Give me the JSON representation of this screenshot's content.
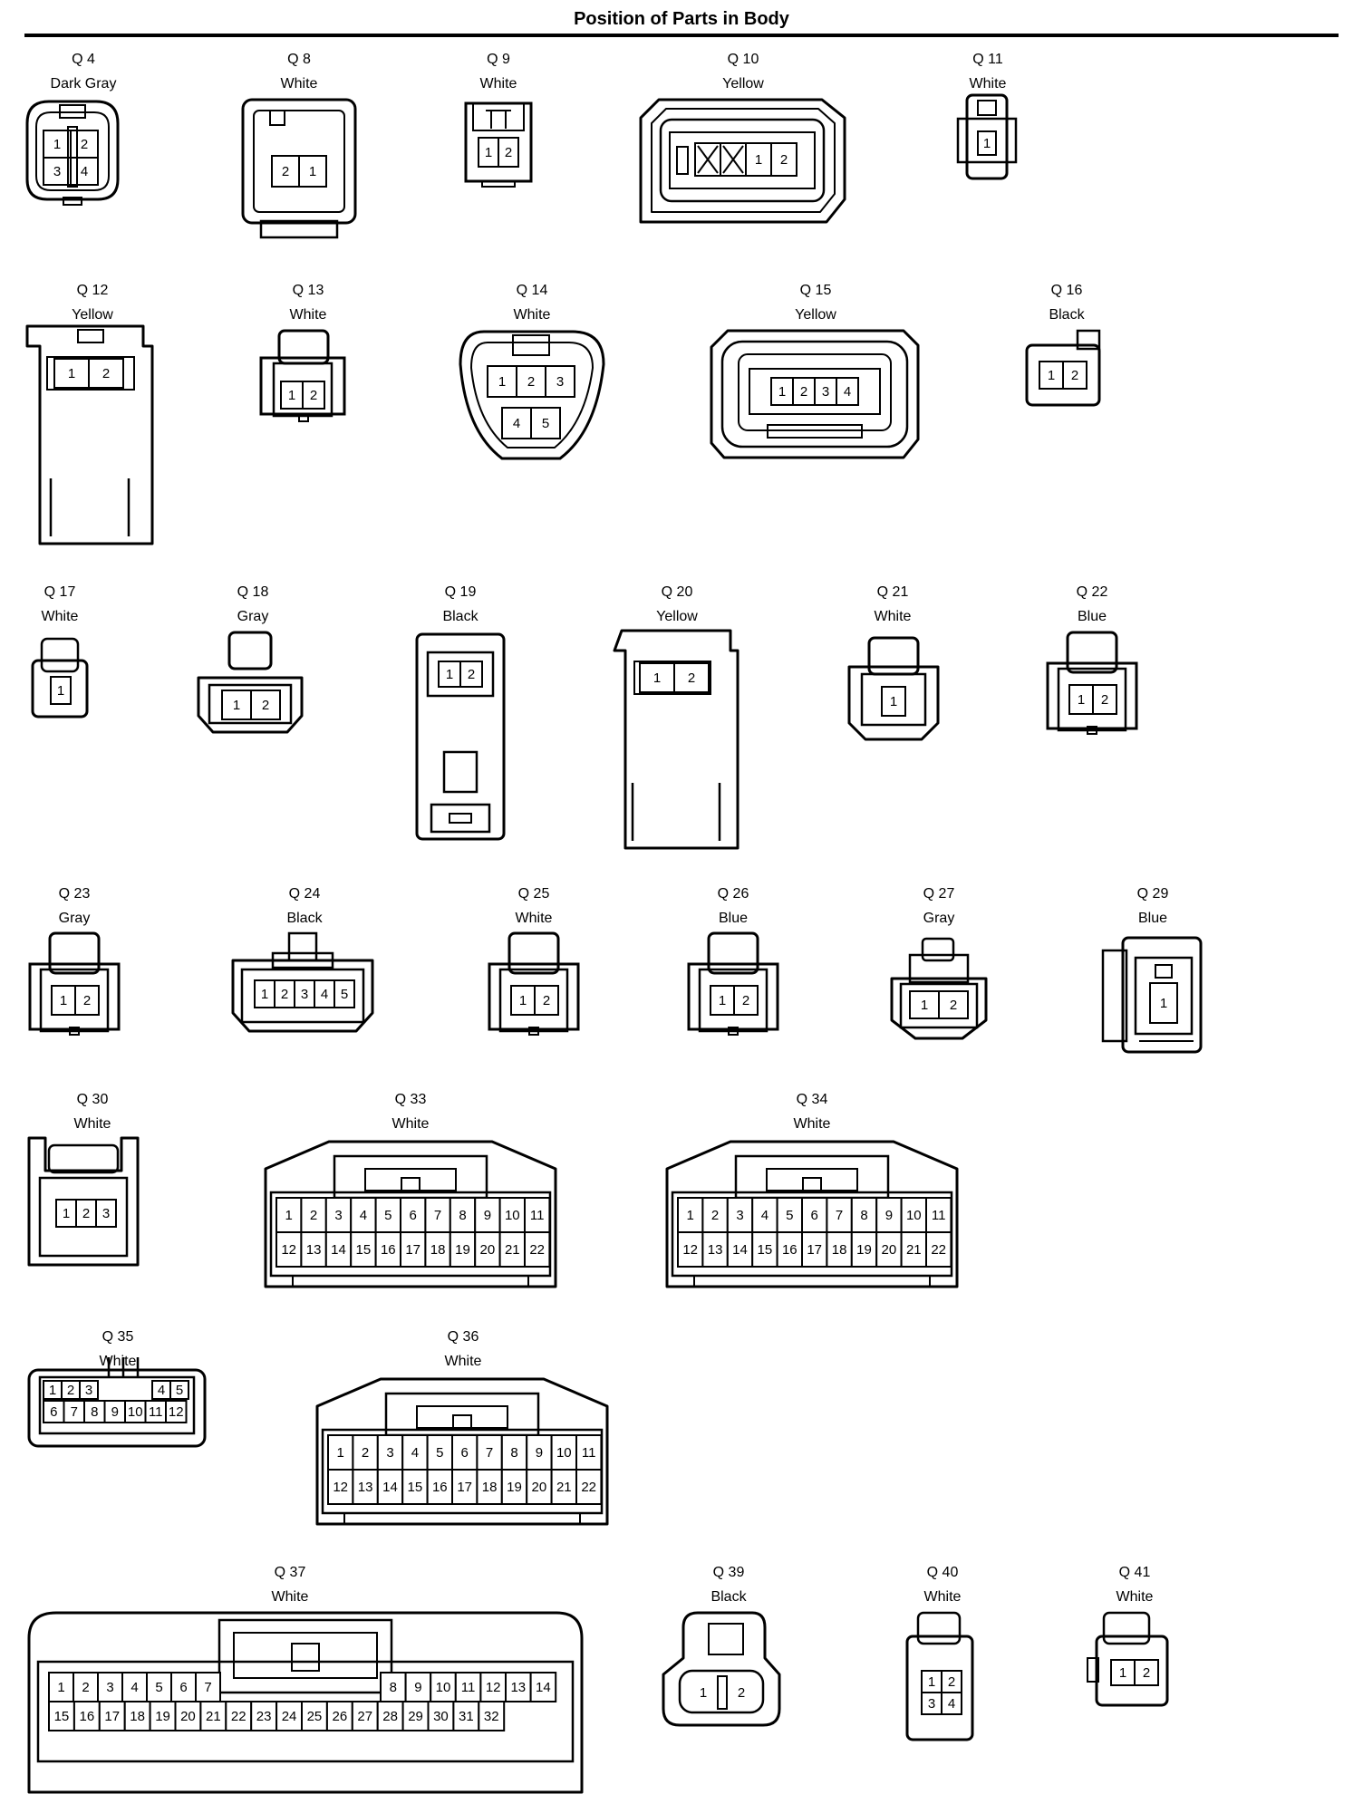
{
  "page": {
    "title": "Position of Parts in Body"
  },
  "colors": {
    "ink": "#000000",
    "paper": "#ffffff"
  },
  "connectors": [
    {
      "id": "Q 4",
      "color": "Dark Gray",
      "pins": [
        "1",
        "2",
        "3",
        "4"
      ],
      "rows": 2
    },
    {
      "id": "Q 8",
      "color": "White",
      "pins": [
        "2",
        "1"
      ],
      "rows": 1
    },
    {
      "id": "Q 9",
      "color": "White",
      "pins": [
        "1",
        "2"
      ],
      "rows": 1
    },
    {
      "id": "Q 10",
      "color": "Yellow",
      "pins": [
        "X",
        "X",
        "1",
        "2"
      ],
      "rows": 1
    },
    {
      "id": "Q 11",
      "color": "White",
      "pins": [
        "1"
      ],
      "rows": 1
    },
    {
      "id": "Q 12",
      "color": "Yellow",
      "pins": [
        "1",
        "2"
      ],
      "rows": 1
    },
    {
      "id": "Q 13",
      "color": "White",
      "pins": [
        "1",
        "2"
      ],
      "rows": 1
    },
    {
      "id": "Q 14",
      "color": "White",
      "pins": [
        "1",
        "2",
        "3",
        "4",
        "5"
      ],
      "rows": 2
    },
    {
      "id": "Q 15",
      "color": "Yellow",
      "pins": [
        "1",
        "2",
        "3",
        "4"
      ],
      "rows": 1
    },
    {
      "id": "Q 16",
      "color": "Black",
      "pins": [
        "1",
        "2"
      ],
      "rows": 1
    },
    {
      "id": "Q 17",
      "color": "White",
      "pins": [
        "1"
      ],
      "rows": 1
    },
    {
      "id": "Q 18",
      "color": "Gray",
      "pins": [
        "1",
        "2"
      ],
      "rows": 1
    },
    {
      "id": "Q 19",
      "color": "Black",
      "pins": [
        "1",
        "2"
      ],
      "rows": 1
    },
    {
      "id": "Q 20",
      "color": "Yellow",
      "pins": [
        "1",
        "2"
      ],
      "rows": 1
    },
    {
      "id": "Q 21",
      "color": "White",
      "pins": [
        "1"
      ],
      "rows": 1
    },
    {
      "id": "Q 22",
      "color": "Blue",
      "pins": [
        "1",
        "2"
      ],
      "rows": 1
    },
    {
      "id": "Q 23",
      "color": "Gray",
      "pins": [
        "1",
        "2"
      ],
      "rows": 1
    },
    {
      "id": "Q 24",
      "color": "Black",
      "pins": [
        "1",
        "2",
        "3",
        "4",
        "5"
      ],
      "rows": 1
    },
    {
      "id": "Q 25",
      "color": "White",
      "pins": [
        "1",
        "2"
      ],
      "rows": 1
    },
    {
      "id": "Q 26",
      "color": "Blue",
      "pins": [
        "1",
        "2"
      ],
      "rows": 1
    },
    {
      "id": "Q 27",
      "color": "Gray",
      "pins": [
        "1",
        "2"
      ],
      "rows": 1
    },
    {
      "id": "Q 29",
      "color": "Blue",
      "pins": [
        "1"
      ],
      "rows": 1
    },
    {
      "id": "Q 30",
      "color": "White",
      "pins": [
        "1",
        "2",
        "3"
      ],
      "rows": 1
    },
    {
      "id": "Q 33",
      "color": "White",
      "pins": [
        "1",
        "2",
        "3",
        "4",
        "5",
        "6",
        "7",
        "8",
        "9",
        "10",
        "11",
        "12",
        "13",
        "14",
        "15",
        "16",
        "17",
        "18",
        "19",
        "20",
        "21",
        "22"
      ],
      "rows": 2
    },
    {
      "id": "Q 34",
      "color": "White",
      "pins": [
        "1",
        "2",
        "3",
        "4",
        "5",
        "6",
        "7",
        "8",
        "9",
        "10",
        "11",
        "12",
        "13",
        "14",
        "15",
        "16",
        "17",
        "18",
        "19",
        "20",
        "21",
        "22"
      ],
      "rows": 2
    },
    {
      "id": "Q 35",
      "color": "White",
      "pins": [
        "1",
        "2",
        "3",
        "",
        "4",
        "5",
        "6",
        "7",
        "8",
        "9",
        "10",
        "11",
        "12"
      ],
      "rows": 2
    },
    {
      "id": "Q 36",
      "color": "White",
      "pins": [
        "1",
        "2",
        "3",
        "4",
        "5",
        "6",
        "7",
        "8",
        "9",
        "10",
        "11",
        "12",
        "13",
        "14",
        "15",
        "16",
        "17",
        "18",
        "19",
        "20",
        "21",
        "22"
      ],
      "rows": 2
    },
    {
      "id": "Q 37",
      "color": "White",
      "pins": [
        "1",
        "2",
        "3",
        "4",
        "5",
        "6",
        "7",
        "8",
        "9",
        "10",
        "11",
        "12",
        "13",
        "14",
        "15",
        "16",
        "17",
        "18",
        "19",
        "20",
        "21",
        "22",
        "23",
        "24",
        "25",
        "26",
        "27",
        "28",
        "29",
        "30",
        "31",
        "32"
      ],
      "rows": 2
    },
    {
      "id": "Q 39",
      "color": "Black",
      "pins": [
        "1",
        "2"
      ],
      "rows": 1
    },
    {
      "id": "Q 40",
      "color": "White",
      "pins": [
        "1",
        "2",
        "3",
        "4"
      ],
      "rows": 2
    },
    {
      "id": "Q 41",
      "color": "White",
      "pins": [
        "1",
        "2"
      ],
      "rows": 1
    }
  ]
}
